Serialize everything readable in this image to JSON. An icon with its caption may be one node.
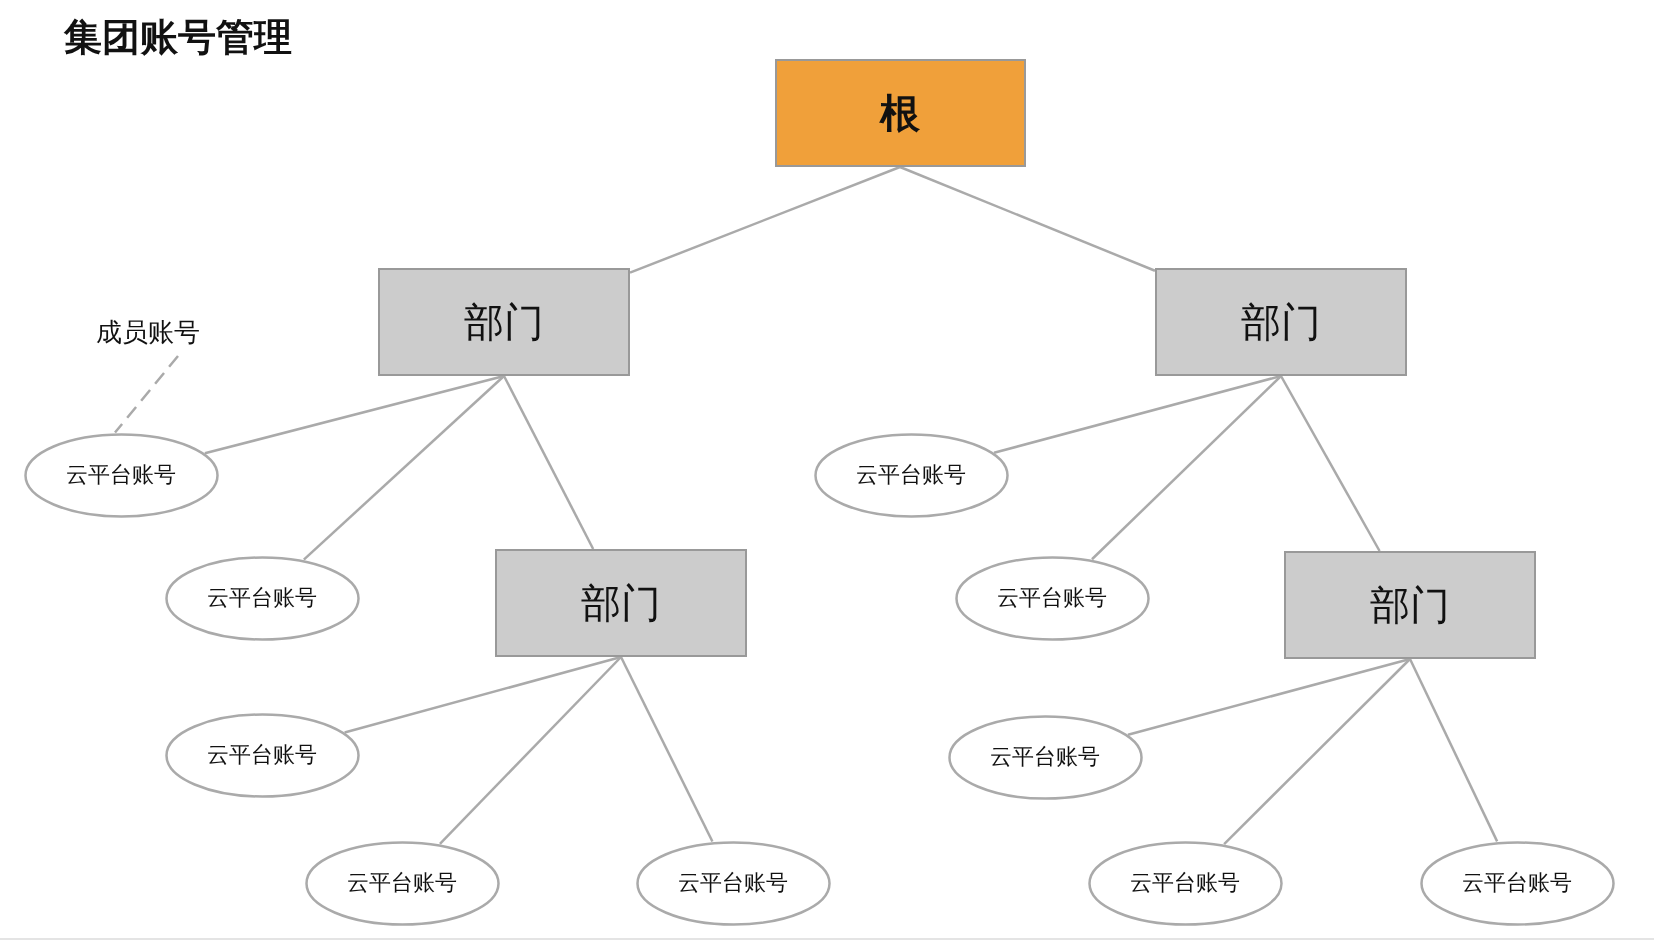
{
  "diagram": {
    "title": "集团账号管理",
    "nodes": [
      {
        "text": [
          "根"
        ]
      },
      {
        "text": [
          "部门"
        ]
      },
      {
        "text": [
          "部门"
        ]
      },
      {
        "text": [
          "成员账号"
        ]
      },
      {
        "text": [
          "云平台账号"
        ]
      },
      {
        "text": [
          "云平台账号"
        ]
      },
      {
        "text": [
          "云平台账号"
        ]
      },
      {
        "text": [
          "部门"
        ]
      },
      {
        "text": [
          "云平台账号"
        ]
      },
      {
        "text": [
          "部门"
        ]
      },
      {
        "text": [
          "云平台账号"
        ]
      },
      {
        "text": [
          "云平台账号"
        ]
      },
      {
        "text": [
          "云平台账号"
        ]
      },
      {
        "text": [
          "云平台账号"
        ]
      },
      {
        "text": [
          "云平台账号"
        ]
      },
      {
        "text": [
          "云平台账号"
        ]
      }
    ],
    "edges": [
      {
        "from": 0,
        "to": 1,
        "arrow": "none"
      },
      {
        "from": 0,
        "to": 2,
        "arrow": "none"
      },
      {
        "from": 1,
        "to": 4,
        "arrow": "none"
      },
      {
        "from": 1,
        "to": 6,
        "arrow": "none"
      },
      {
        "from": 1,
        "to": 7,
        "arrow": "none"
      },
      {
        "from": 2,
        "to": 5,
        "arrow": "none"
      },
      {
        "from": 2,
        "to": 8,
        "arrow": "none"
      },
      {
        "from": 2,
        "to": 9,
        "arrow": "none"
      },
      {
        "from": 7,
        "to": 10,
        "arrow": "none"
      },
      {
        "from": 7,
        "to": 12,
        "arrow": "none"
      },
      {
        "from": 7,
        "to": 13,
        "arrow": "none"
      },
      {
        "from": 9,
        "to": 11,
        "arrow": "none"
      },
      {
        "from": 9,
        "to": 14,
        "arrow": "none"
      },
      {
        "from": 9,
        "to": 15,
        "arrow": "none"
      },
      {
        "from": 3,
        "to": 4,
        "arrow": "none",
        "style": "dashed"
      }
    ]
  }
}
